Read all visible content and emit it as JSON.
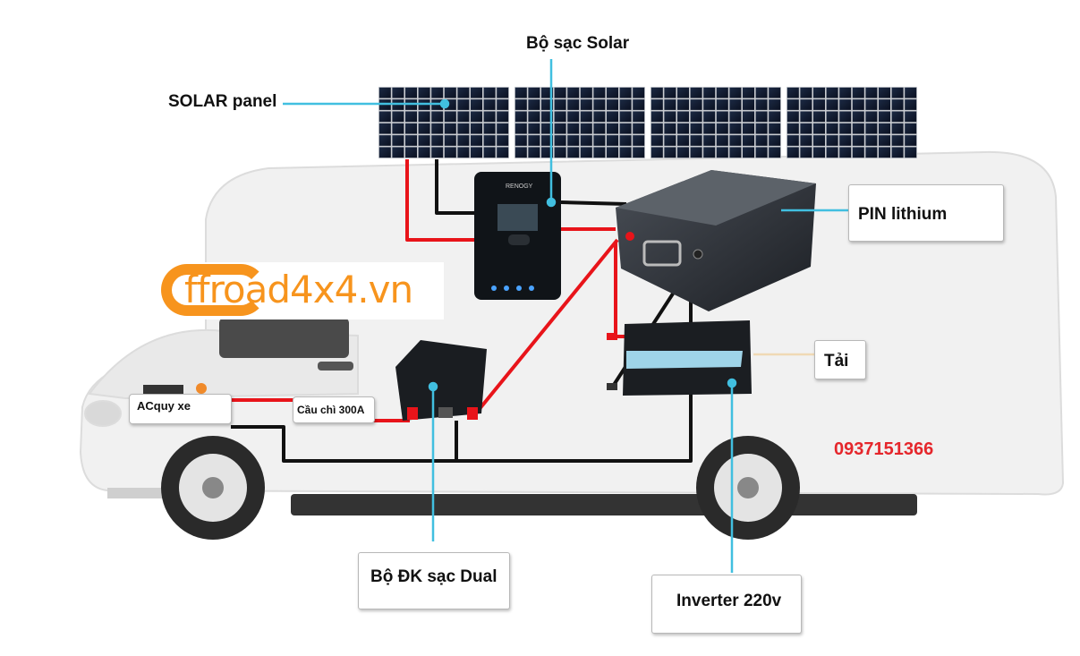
{
  "labels": {
    "solar_panel": "SOLAR panel",
    "solar_charger": "Bộ sạc Solar",
    "lithium_battery": "PIN lithium",
    "load": "Tải",
    "vehicle_battery": "ACquy xe",
    "fuse": "Cầu chì 300A",
    "dual_controller": "Bộ ĐK sạc Dual",
    "inverter": "Inverter 220v",
    "phone": "0937151366"
  },
  "logo": {
    "text": "ffroad4x4.vn"
  },
  "controller_screen_text": "RENOGY",
  "colors": {
    "positive_wire": "#e8141a",
    "negative_wire": "#111111",
    "callout_line": "#41bfe0",
    "phone_text": "#e5262b",
    "logo_orange": "#f7941d"
  },
  "icons": [
    "solar-panel-icon",
    "solar-charger-icon",
    "lithium-battery-icon",
    "inverter-icon",
    "dual-controller-icon",
    "motorhome-icon"
  ]
}
